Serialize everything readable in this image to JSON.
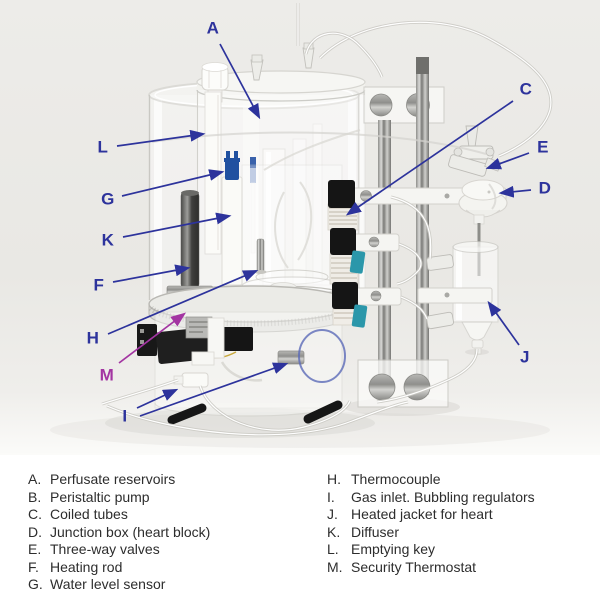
{
  "figure": {
    "description_visible": "Annotated photograph of a laboratory perfusion apparatus with letter labels",
    "colors": {
      "label_blue": "#2d339c",
      "label_magenta": "#a335a2",
      "photo_background": "#ebeae7",
      "teal_stopcock": "#2b97aa",
      "sensor_blue": "#2050a0"
    }
  },
  "photo": {
    "labels": [
      {
        "letter": "A"
      },
      {
        "letter": "L"
      },
      {
        "letter": "G"
      },
      {
        "letter": "K"
      },
      {
        "letter": "F"
      },
      {
        "letter": "H"
      },
      {
        "letter": "M"
      },
      {
        "letter": "I"
      },
      {
        "letter": "C"
      },
      {
        "letter": "E"
      },
      {
        "letter": "D"
      },
      {
        "letter": "J"
      }
    ]
  },
  "legend": {
    "left": [
      {
        "key": "A.",
        "text": "Perfusate reservoirs"
      },
      {
        "key": "B.",
        "text": "Peristaltic pump"
      },
      {
        "key": "C.",
        "text": "Coiled tubes"
      },
      {
        "key": "D.",
        "text": "Junction box (heart block)"
      },
      {
        "key": "E.",
        "text": "Three-way valves"
      },
      {
        "key": "F.",
        "text": "Heating rod"
      },
      {
        "key": "G.",
        "text": "Water level sensor"
      }
    ],
    "right": [
      {
        "key": "H.",
        "text": "Thermocouple"
      },
      {
        "key": "I.",
        "text": "Gas inlet. Bubbling regulators"
      },
      {
        "key": "J.",
        "text": "Heated jacket for heart"
      },
      {
        "key": "K.",
        "text": "Diffuser"
      },
      {
        "key": "L.",
        "text": "Emptying key"
      },
      {
        "key": "M.",
        "text": "Security Thermostat"
      }
    ]
  }
}
